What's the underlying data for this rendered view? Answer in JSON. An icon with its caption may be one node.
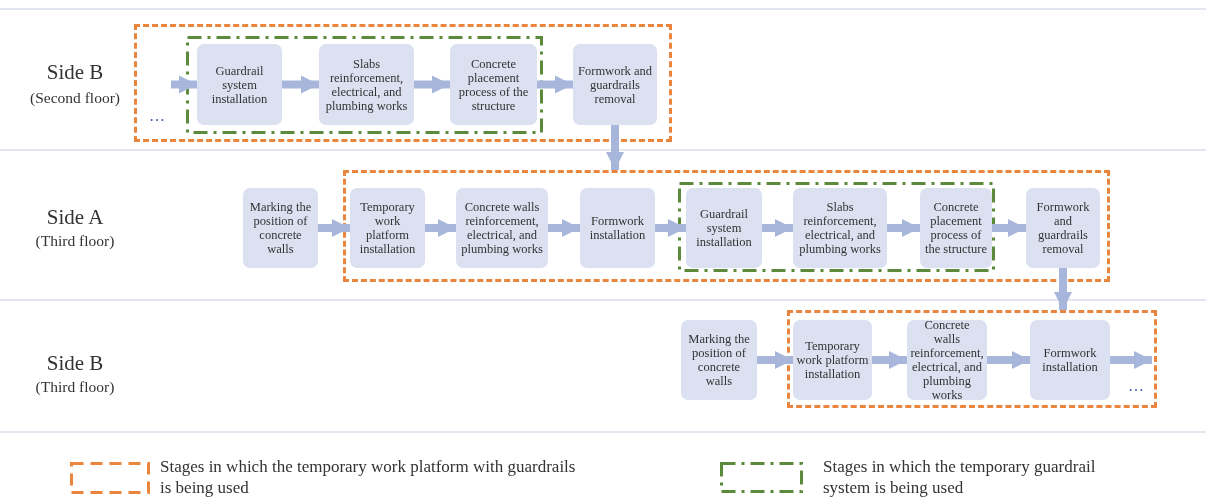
{
  "diagram": {
    "nodes": [
      {
        "text": [],
        "shape": "box"
      },
      {
        "text": [],
        "shape": "box",
        "in": 0
      },
      {
        "text": [
          "Guardrail system installation"
        ],
        "in": 1
      },
      {
        "text": [
          "Slabs reinforcement, electrical, and plumbing works"
        ],
        "in": 1
      },
      {
        "text": [
          "Concrete placement process of the structure"
        ],
        "in": 1
      },
      {
        "text": [
          "Formwork and guardrails removal"
        ],
        "in": 0
      },
      {
        "text": [
          "Marking the position of concrete walls"
        ]
      },
      {
        "text": [],
        "shape": "box"
      },
      {
        "text": [
          "Temporary work platform installation"
        ],
        "in": 7
      },
      {
        "text": [
          "Concrete walls reinforcement, electrical, and plumbing works"
        ],
        "in": 7
      },
      {
        "text": [
          "Formwork installation"
        ],
        "in": 7
      },
      {
        "text": [],
        "shape": "box",
        "in": 7
      },
      {
        "text": [
          "Guardrail system installation"
        ],
        "in": 11
      },
      {
        "text": [
          "Slabs reinforcement, electrical, and plumbing works"
        ],
        "in": 11
      },
      {
        "text": [
          "Concrete placement process of the structure"
        ],
        "in": 11
      },
      {
        "text": [
          "Formwork and guardrails removal"
        ],
        "in": 7
      },
      {
        "text": [
          "Marking the position of concrete walls"
        ]
      },
      {
        "text": [],
        "shape": "box"
      },
      {
        "text": [
          "Temporary work platform installation"
        ],
        "in": 17
      },
      {
        "text": [
          "Concrete walls reinforcement, electrical, and plumbing works"
        ],
        "in": 17
      },
      {
        "text": [
          "Formwork installation"
        ],
        "in": 17
      }
    ],
    "edges": [
      {
        "from": null,
        "to": 2,
        "arrow": "to"
      },
      {
        "from": 2,
        "to": 3,
        "arrow": "to"
      },
      {
        "from": 3,
        "to": 4,
        "arrow": "to"
      },
      {
        "from": 4,
        "to": 5,
        "arrow": "to"
      },
      {
        "from": 5,
        "to": 7,
        "arrow": "to"
      },
      {
        "from": 6,
        "to": 8,
        "arrow": "to"
      },
      {
        "from": 8,
        "to": 9,
        "arrow": "to"
      },
      {
        "from": 9,
        "to": 10,
        "arrow": "to"
      },
      {
        "from": 10,
        "to": 12,
        "arrow": "to"
      },
      {
        "from": 12,
        "to": 13,
        "arrow": "to"
      },
      {
        "from": 13,
        "to": 14,
        "arrow": "to"
      },
      {
        "from": 14,
        "to": 15,
        "arrow": "to"
      },
      {
        "from": 15,
        "to": 17,
        "arrow": "to"
      },
      {
        "from": 16,
        "to": 18,
        "arrow": "to"
      },
      {
        "from": 18,
        "to": 19,
        "arrow": "to"
      },
      {
        "from": 19,
        "to": 20,
        "arrow": "to"
      },
      {
        "from": 20,
        "to": null,
        "arrow": "to"
      }
    ],
    "labels": [
      "Side B",
      "(Second floor)",
      "…",
      "Side A",
      "(Third floor)",
      "Side B",
      "(Third floor)",
      "…"
    ],
    "legend": [
      {
        "text": "Stages in which the temporary work platform with guardrails is being used"
      },
      {
        "text": "Stages in which the temporary guardrail system is being used"
      }
    ]
  }
}
